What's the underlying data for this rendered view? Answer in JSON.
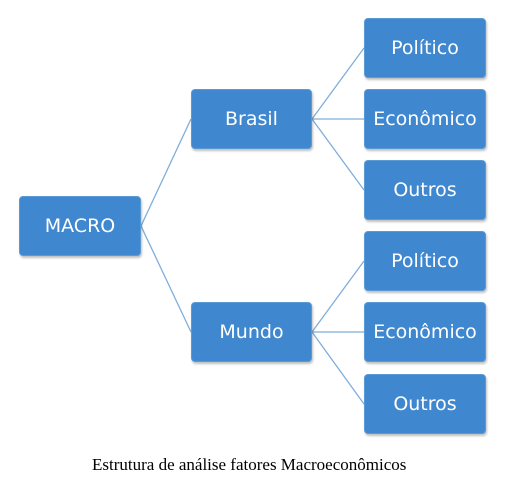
{
  "diagram": {
    "root": {
      "label": "MACRO"
    },
    "branches": [
      {
        "label": "Brasil",
        "children": [
          {
            "label": "Político"
          },
          {
            "label": "Econômico"
          },
          {
            "label": "Outros"
          }
        ]
      },
      {
        "label": "Mundo",
        "children": [
          {
            "label": "Político"
          },
          {
            "label": "Econômico"
          },
          {
            "label": "Outros"
          }
        ]
      }
    ],
    "caption": "Estrutura de análise fatores Macroeconômicos"
  },
  "colors": {
    "node_fill": "#3f87cf",
    "node_border": "#5b9bd5",
    "connector": "#7faedc",
    "text": "#ffffff"
  }
}
